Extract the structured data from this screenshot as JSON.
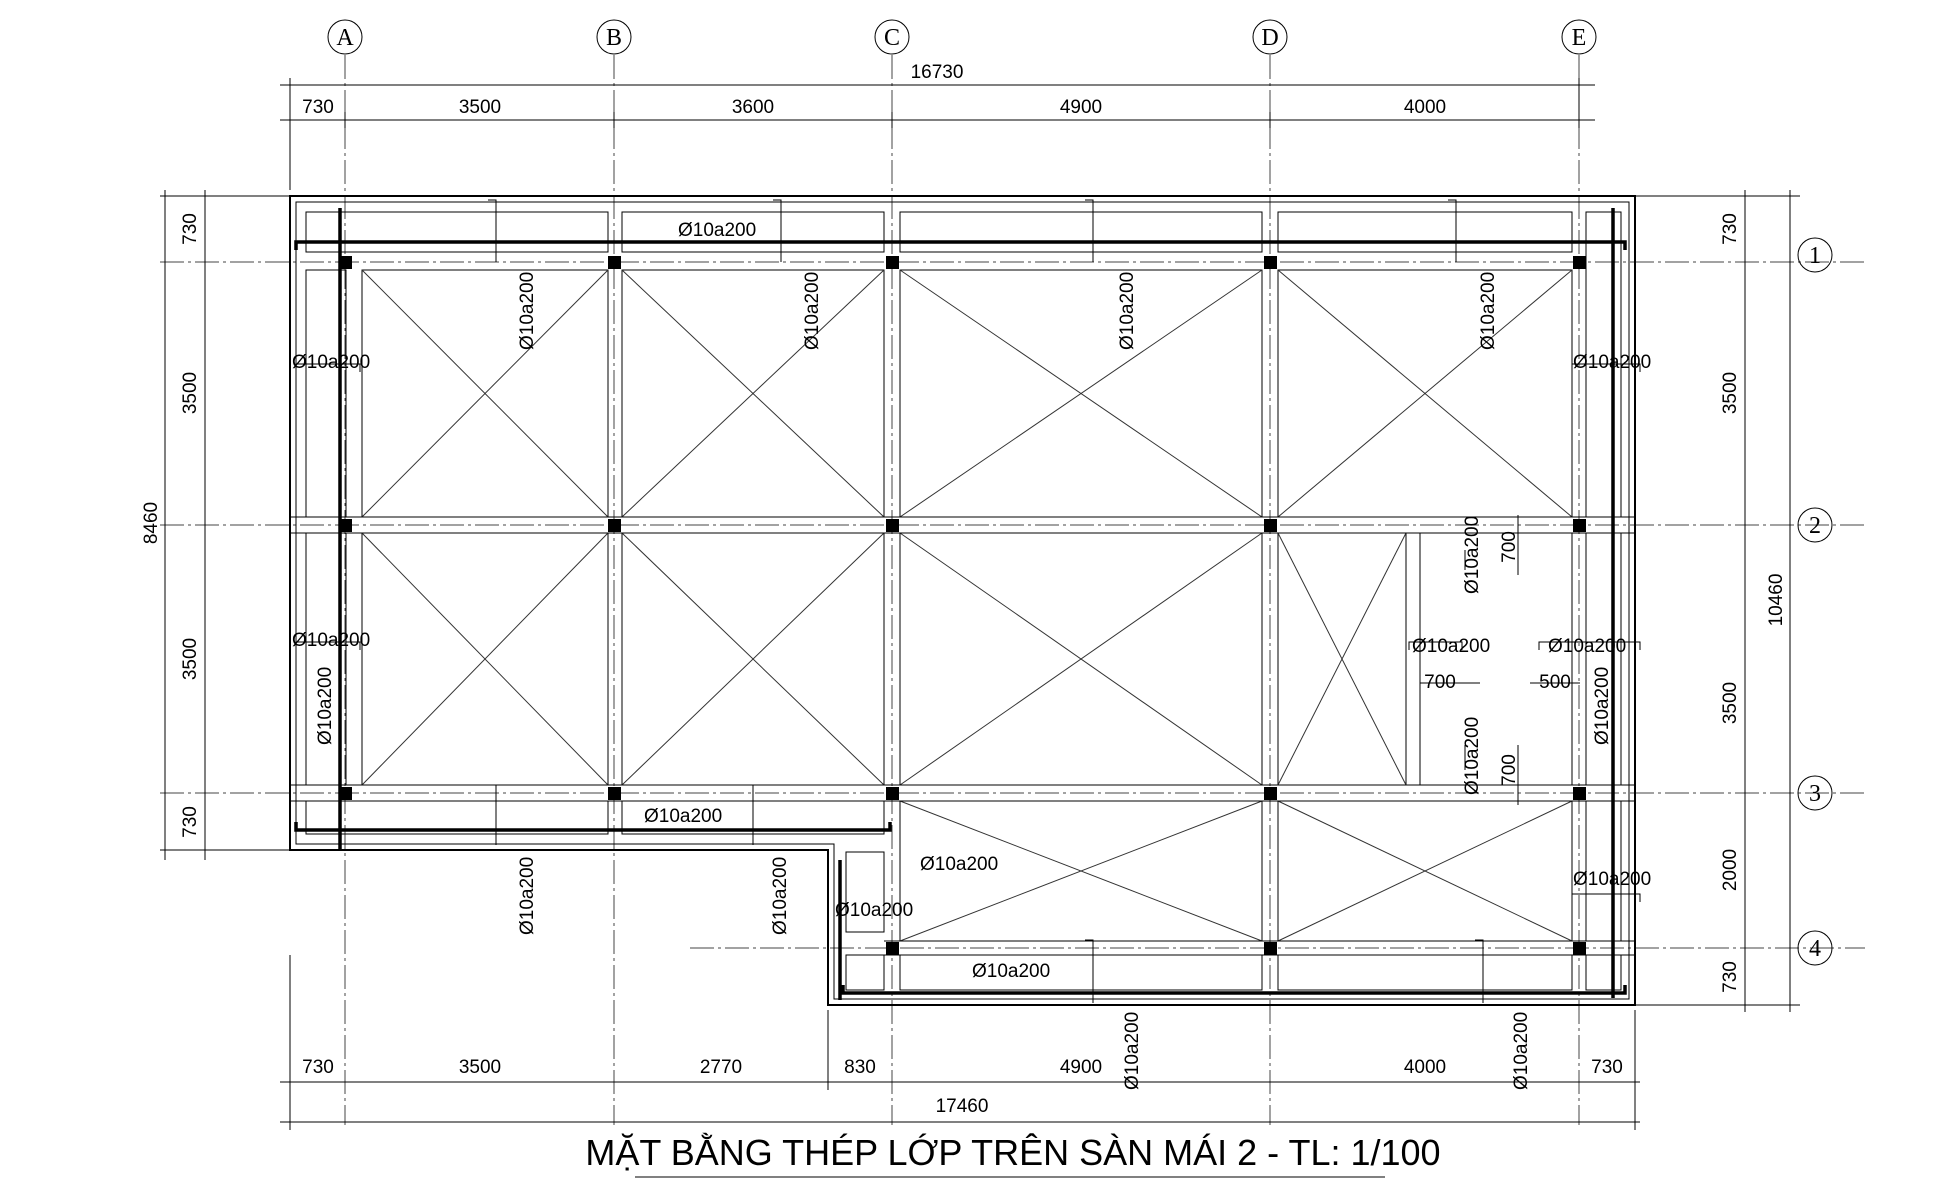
{
  "title": "MẶT BẰNG THÉP LỚP TRÊN SÀN MÁI 2 - TL: 1/100",
  "axes_letters": [
    "A",
    "B",
    "C",
    "D",
    "E"
  ],
  "axes_numbers": [
    "1",
    "2",
    "3",
    "4"
  ],
  "top_dims": {
    "total": "16730",
    "segments": [
      "730",
      "3500",
      "3600",
      "4900",
      "4000"
    ]
  },
  "bottom_dims": {
    "total": "17460",
    "segments": [
      "730",
      "3500",
      "2770",
      "830",
      "4900",
      "4000",
      "730"
    ]
  },
  "left_dims": {
    "total": "8460",
    "segments": [
      "730",
      "3500",
      "3500",
      "730"
    ]
  },
  "right_dims": {
    "total": "10460",
    "segments": [
      "730",
      "3500",
      "3500",
      "2000",
      "730"
    ]
  },
  "rebar_label": "Ø10a200",
  "opening_dims": [
    "700",
    "700",
    "700",
    "500"
  ]
}
